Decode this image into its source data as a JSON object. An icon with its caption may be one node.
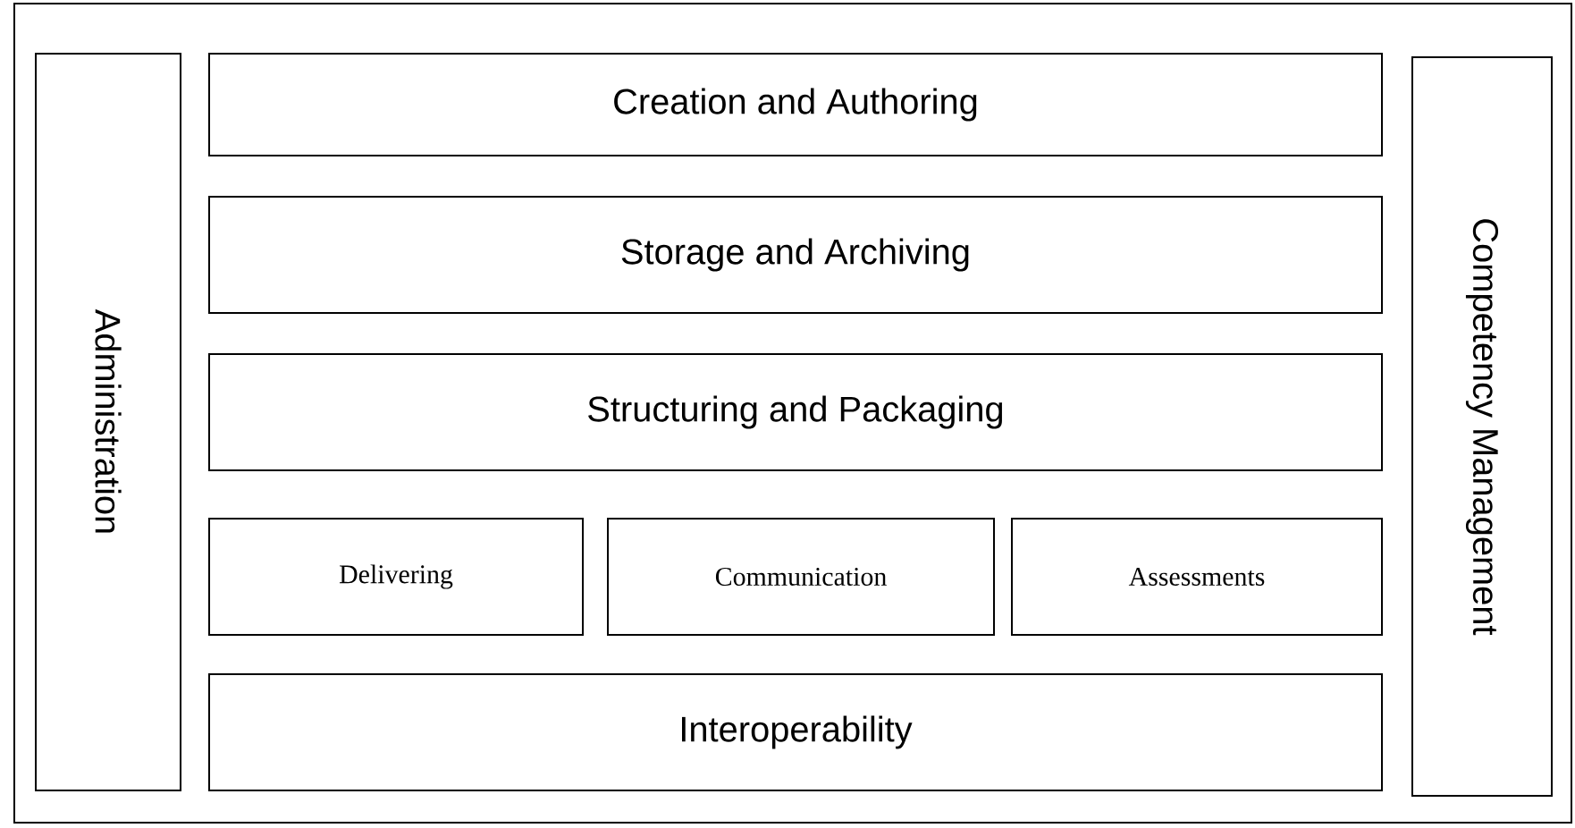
{
  "diagram": {
    "nodes": [
      {
        "text": [],
        "shape": "box"
      },
      {
        "text": [
          "Administration"
        ],
        "in": 0
      },
      {
        "text": [
          "Creation and Authoring"
        ],
        "in": 0
      },
      {
        "text": [
          "Storage and Archiving"
        ],
        "in": 0
      },
      {
        "text": [
          "Structuring and Packaging"
        ],
        "in": 0
      },
      {
        "text": [
          "Delivering"
        ],
        "in": 0
      },
      {
        "text": [
          "Communication"
        ],
        "in": 0
      },
      {
        "text": [
          "Assessments"
        ],
        "in": 0
      },
      {
        "text": [
          "Interoperability"
        ],
        "in": 0
      },
      {
        "text": [
          "Competency Management"
        ],
        "in": 0
      }
    ]
  }
}
